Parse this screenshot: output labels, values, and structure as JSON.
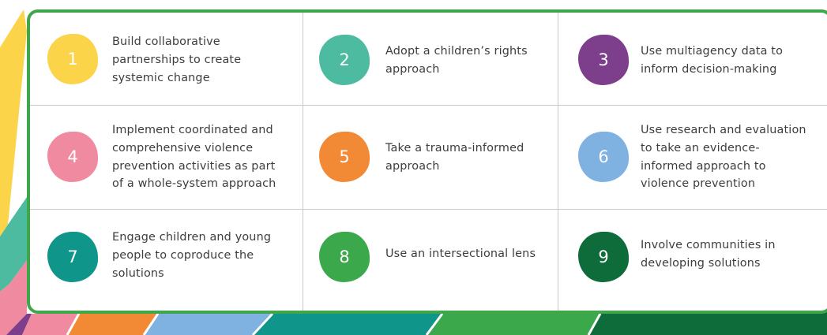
{
  "colors": {
    "frame": "#3fa64a",
    "divider": "#c9c9c9",
    "text": "#3d3d3d"
  },
  "items": [
    {
      "number": "1",
      "color": "#fbd44a",
      "lines": [
        "Build collaborative",
        "partnerships to create",
        "systemic change"
      ]
    },
    {
      "number": "2",
      "color": "#4dbb9f",
      "lines": [
        "Adopt a children’s rights",
        "approach"
      ]
    },
    {
      "number": "3",
      "color": "#7d3f8c",
      "lines": [
        "Use multiagency data to",
        "inform decision-making"
      ]
    },
    {
      "number": "4",
      "color": "#ef8aa0",
      "lines": [
        "Implement coordinated and",
        "comprehensive violence",
        "prevention activities as part",
        "of a whole-system approach"
      ]
    },
    {
      "number": "5",
      "color": "#f28a35",
      "lines": [
        "Take a trauma-informed",
        "approach"
      ]
    },
    {
      "number": "6",
      "color": "#7fb1e1",
      "lines": [
        "Use research and evaluation",
        "to take an evidence-",
        "informed approach to",
        "violence prevention"
      ]
    },
    {
      "number": "7",
      "color": "#0f958a",
      "lines": [
        "Engage children and young",
        "people to coproduce the",
        "solutions"
      ]
    },
    {
      "number": "8",
      "color": "#3aa84b",
      "lines": [
        "Use an intersectional lens"
      ]
    },
    {
      "number": "9",
      "color": "#0e6b3a",
      "lines": [
        "Involve communities in",
        "developing solutions"
      ]
    }
  ]
}
